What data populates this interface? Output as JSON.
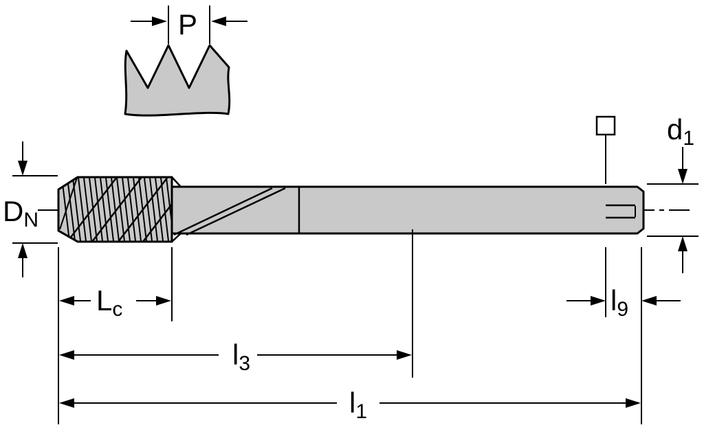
{
  "labels": {
    "pitch": {
      "base": "P",
      "sub": ""
    },
    "nominal_diameter": {
      "base": "D",
      "sub": "N"
    },
    "shank_diameter": {
      "base": "d",
      "sub": "1"
    },
    "chamfer_length": {
      "base": "L",
      "sub": "c"
    },
    "length_l3": {
      "base": "l",
      "sub": "3"
    },
    "overall_length": {
      "base": "l",
      "sub": "1"
    },
    "square_length": {
      "base": "l",
      "sub": "9"
    }
  },
  "colors": {
    "metal": "#c9c9c9",
    "flute_band": "#bdbdbd",
    "line": "#000000",
    "background": "#ffffff"
  }
}
